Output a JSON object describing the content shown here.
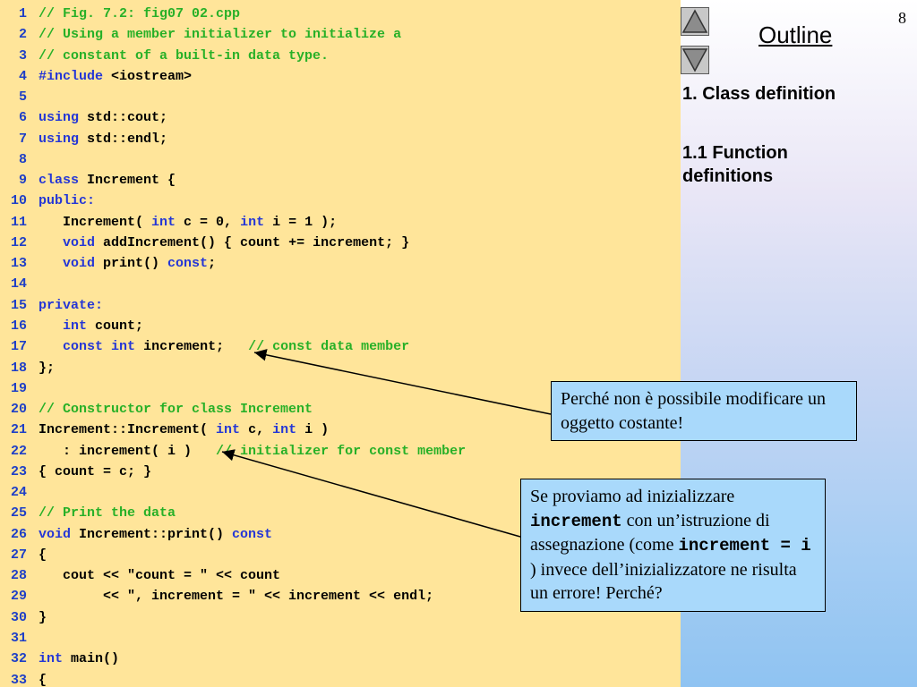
{
  "code": {
    "lines": [
      {
        "n": "1",
        "tokens": [
          {
            "t": "// Fig. 7.2: fig07 02.cpp",
            "c": "cm"
          }
        ]
      },
      {
        "n": "2",
        "tokens": [
          {
            "t": "// Using a member initializer to initialize a",
            "c": "cm"
          }
        ]
      },
      {
        "n": "3",
        "tokens": [
          {
            "t": "// constant of a built-in data type.",
            "c": "cm"
          }
        ]
      },
      {
        "n": "4",
        "tokens": [
          {
            "t": "#include",
            "c": "kw"
          },
          {
            "t": " <iostream>",
            "c": "plain"
          }
        ]
      },
      {
        "n": "5",
        "tokens": []
      },
      {
        "n": "6",
        "tokens": [
          {
            "t": "using",
            "c": "kw"
          },
          {
            "t": " std::cout;",
            "c": "plain"
          }
        ]
      },
      {
        "n": "7",
        "tokens": [
          {
            "t": "using",
            "c": "kw"
          },
          {
            "t": " std::endl;",
            "c": "plain"
          }
        ]
      },
      {
        "n": "8",
        "tokens": []
      },
      {
        "n": "9",
        "tokens": [
          {
            "t": "class",
            "c": "kw"
          },
          {
            "t": " Increment {",
            "c": "plain"
          }
        ]
      },
      {
        "n": "10",
        "tokens": [
          {
            "t": "public:",
            "c": "kw"
          }
        ]
      },
      {
        "n": "11",
        "tokens": [
          {
            "t": "   Increment( ",
            "c": "plain"
          },
          {
            "t": "int",
            "c": "kw"
          },
          {
            "t": " c = 0, ",
            "c": "plain"
          },
          {
            "t": "int",
            "c": "kw"
          },
          {
            "t": " i = 1 );",
            "c": "plain"
          }
        ]
      },
      {
        "n": "12",
        "tokens": [
          {
            "t": "   ",
            "c": "plain"
          },
          {
            "t": "void",
            "c": "kw"
          },
          {
            "t": " addIncrement() { count += increment; }",
            "c": "plain"
          }
        ]
      },
      {
        "n": "13",
        "tokens": [
          {
            "t": "   ",
            "c": "plain"
          },
          {
            "t": "void",
            "c": "kw"
          },
          {
            "t": " print() ",
            "c": "plain"
          },
          {
            "t": "const",
            "c": "kw"
          },
          {
            "t": ";",
            "c": "plain"
          }
        ]
      },
      {
        "n": "14",
        "tokens": []
      },
      {
        "n": "15",
        "tokens": [
          {
            "t": "private:",
            "c": "kw"
          }
        ]
      },
      {
        "n": "16",
        "tokens": [
          {
            "t": "   ",
            "c": "plain"
          },
          {
            "t": "int",
            "c": "kw"
          },
          {
            "t": " count;",
            "c": "plain"
          }
        ]
      },
      {
        "n": "17",
        "tokens": [
          {
            "t": "   ",
            "c": "plain"
          },
          {
            "t": "const",
            "c": "kw"
          },
          {
            "t": " ",
            "c": "plain"
          },
          {
            "t": "int",
            "c": "kw"
          },
          {
            "t": " increment;   ",
            "c": "plain"
          },
          {
            "t": "// const data member",
            "c": "cm"
          }
        ]
      },
      {
        "n": "18",
        "tokens": [
          {
            "t": "};",
            "c": "plain"
          }
        ]
      },
      {
        "n": "19",
        "tokens": []
      },
      {
        "n": "20",
        "tokens": [
          {
            "t": "// Constructor for class Increment",
            "c": "cm"
          }
        ]
      },
      {
        "n": "21",
        "tokens": [
          {
            "t": "Increment::Increment( ",
            "c": "plain"
          },
          {
            "t": "int",
            "c": "kw"
          },
          {
            "t": " c, ",
            "c": "plain"
          },
          {
            "t": "int",
            "c": "kw"
          },
          {
            "t": " i )",
            "c": "plain"
          }
        ]
      },
      {
        "n": "22",
        "tokens": [
          {
            "t": "   : increment( i )   ",
            "c": "plain"
          },
          {
            "t": "// initializer for const member",
            "c": "cm"
          }
        ]
      },
      {
        "n": "23",
        "tokens": [
          {
            "t": "{ count = c; }",
            "c": "plain"
          }
        ]
      },
      {
        "n": "24",
        "tokens": []
      },
      {
        "n": "25",
        "tokens": [
          {
            "t": "// Print the data",
            "c": "cm"
          }
        ]
      },
      {
        "n": "26",
        "tokens": [
          {
            "t": "void",
            "c": "kw"
          },
          {
            "t": " Increment::print() ",
            "c": "plain"
          },
          {
            "t": "const",
            "c": "kw"
          }
        ]
      },
      {
        "n": "27",
        "tokens": [
          {
            "t": "{",
            "c": "plain"
          }
        ]
      },
      {
        "n": "28",
        "tokens": [
          {
            "t": "   cout << \"count = \" << count",
            "c": "plain"
          }
        ]
      },
      {
        "n": "29",
        "tokens": [
          {
            "t": "        << \", increment = \" << increment << endl;",
            "c": "plain"
          }
        ]
      },
      {
        "n": "30",
        "tokens": [
          {
            "t": "}",
            "c": "plain"
          }
        ]
      },
      {
        "n": "31",
        "tokens": []
      },
      {
        "n": "32",
        "tokens": [
          {
            "t": "int",
            "c": "kw"
          },
          {
            "t": " main()",
            "c": "plain"
          }
        ]
      },
      {
        "n": "33",
        "tokens": [
          {
            "t": "{",
            "c": "plain"
          }
        ]
      }
    ]
  },
  "sidebar": {
    "page_number": "8",
    "outline_title": "Outline",
    "items": [
      {
        "label": "1. Class definition"
      },
      {
        "label": "1.1 Function definitions"
      }
    ],
    "nav": {
      "up_icon": "triangle-up-icon",
      "down_icon": "triangle-down-icon"
    }
  },
  "callouts": {
    "const_member": {
      "text": "Perché non è possibile modificare un oggetto costante!"
    },
    "initializer": {
      "part1": "Se proviamo ad inizializzare ",
      "code1": "increment",
      "part2": " con un’istruzione di assegnazione (come ",
      "code2": "increment = i",
      "part3": " ) invece dell’inizializzatore ne risulta un errore! Perché?"
    }
  },
  "colors": {
    "code_background": "#ffe59a",
    "keyword": "#2436d6",
    "comment": "#27b027",
    "line_number": "#1f3fc6",
    "callout_background": "#a9d9fb"
  }
}
